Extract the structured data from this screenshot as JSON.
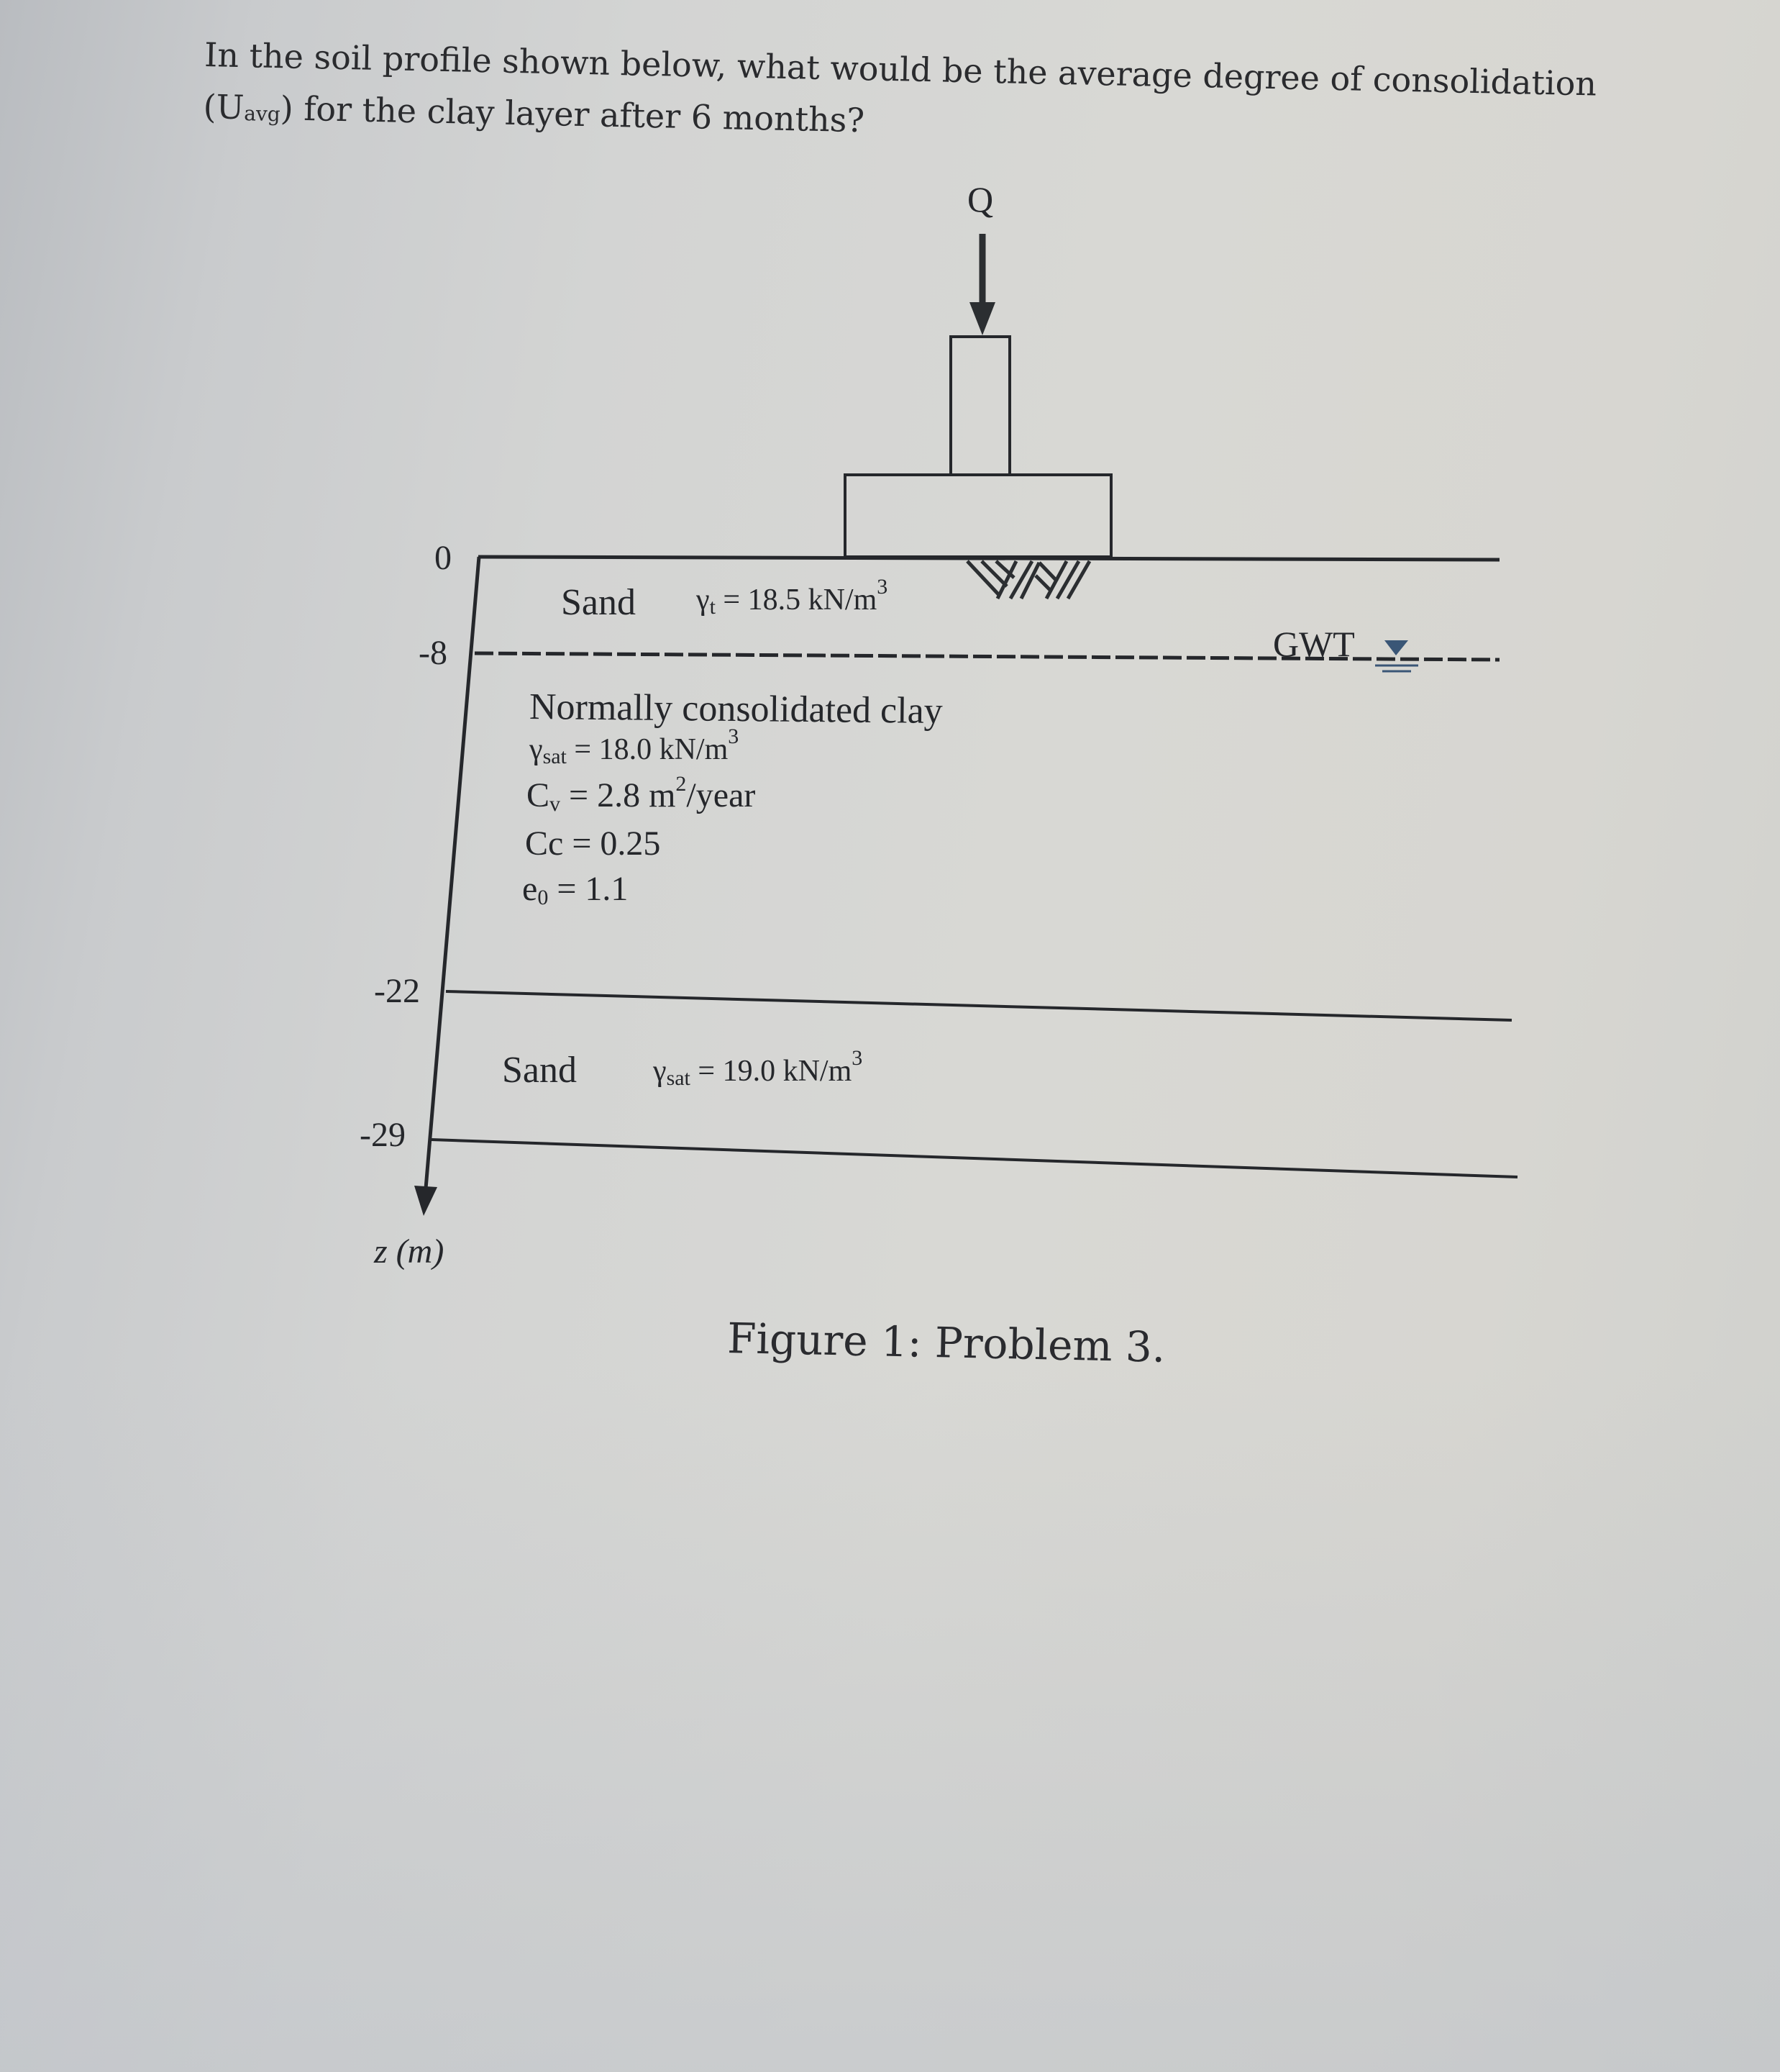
{
  "question": {
    "text_part1": "In the soil profile shown below, what would be the average degree of consolidation (U",
    "subscript": "avg",
    "text_part2": ") for the clay layer after 6 months?"
  },
  "figure": {
    "load_label": "Q",
    "axis_label": "z (m)",
    "depths": {
      "d0": "0",
      "d8": "-8",
      "d22": "-22",
      "d29": "-29"
    },
    "gwt_label": "GWT",
    "layers": {
      "top_sand": {
        "name": "Sand",
        "gamma_symbol": "γ",
        "gamma_sub": "t",
        "gamma_value": " = 18.5 kN/m",
        "gamma_sup": "3"
      },
      "clay": {
        "name": "Normally consolidated clay",
        "gamma_symbol": "γ",
        "gamma_sub": "sat",
        "gamma_value": " = 18.0 kN/m",
        "gamma_sup": "3",
        "cv_symbol": "C",
        "cv_sub": "v",
        "cv_value": " = 2.8 m",
        "cv_sup": "2",
        "cv_unit": "/year",
        "cc_text": "Cc = 0.25",
        "e0_symbol": "e",
        "e0_sub": "0",
        "e0_value": " = 1.1"
      },
      "bottom_sand": {
        "name": "Sand",
        "gamma_symbol": "γ",
        "gamma_sub": "sat",
        "gamma_value": " = 19.0 kN/m",
        "gamma_sup": "3"
      }
    },
    "caption": "Figure 1: Problem 3."
  },
  "colors": {
    "ink": "#25272b",
    "gwt_marker": "#3a5676",
    "paper": "#d6d6d2"
  }
}
